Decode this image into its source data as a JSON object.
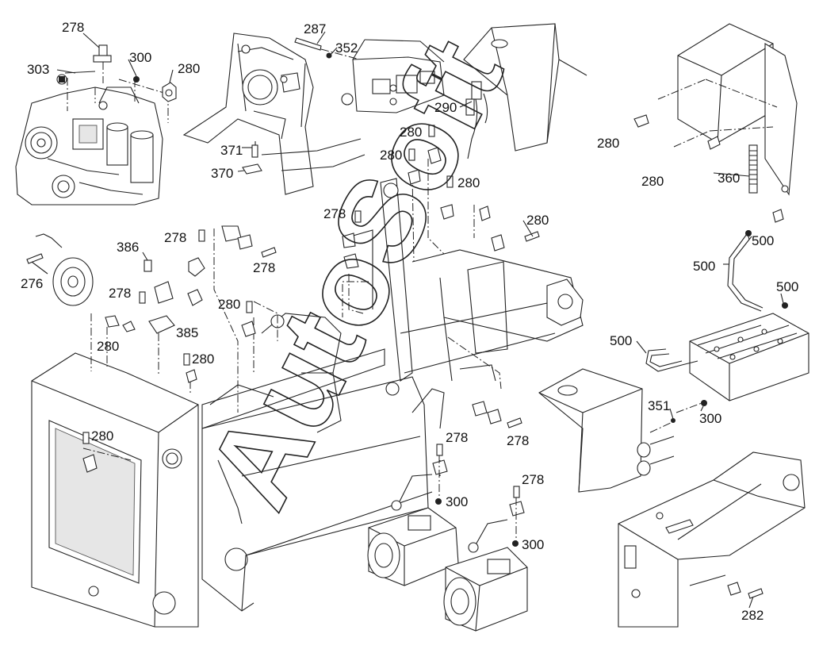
{
  "watermark": "AutoSoft",
  "callouts": [
    {
      "id": "c278-a",
      "text": "278"
    },
    {
      "id": "c303",
      "text": "303"
    },
    {
      "id": "c300-a",
      "text": "300"
    },
    {
      "id": "c280-a",
      "text": "280"
    },
    {
      "id": "c287",
      "text": "287"
    },
    {
      "id": "c352",
      "text": "352"
    },
    {
      "id": "c371",
      "text": "371"
    },
    {
      "id": "c370",
      "text": "370"
    },
    {
      "id": "c290",
      "text": "290"
    },
    {
      "id": "c280-b",
      "text": "280"
    },
    {
      "id": "c280-c",
      "text": "280"
    },
    {
      "id": "c280-d",
      "text": "280"
    },
    {
      "id": "c280-e",
      "text": "280"
    },
    {
      "id": "c360",
      "text": "360"
    },
    {
      "id": "c280-f",
      "text": "280"
    },
    {
      "id": "c278-b",
      "text": "278"
    },
    {
      "id": "c280-g",
      "text": "280"
    },
    {
      "id": "c276",
      "text": "276"
    },
    {
      "id": "c386",
      "text": "386"
    },
    {
      "id": "c278-c",
      "text": "278"
    },
    {
      "id": "c278-d",
      "text": "278"
    },
    {
      "id": "c500-a",
      "text": "500"
    },
    {
      "id": "c500-b",
      "text": "500"
    },
    {
      "id": "c500-c",
      "text": "500"
    },
    {
      "id": "c278-e",
      "text": "278"
    },
    {
      "id": "c280-h",
      "text": "280"
    },
    {
      "id": "c385",
      "text": "385"
    },
    {
      "id": "c280-i",
      "text": "280"
    },
    {
      "id": "c500-d",
      "text": "500"
    },
    {
      "id": "c280-j",
      "text": "280"
    },
    {
      "id": "c280-k",
      "text": "280"
    },
    {
      "id": "c278-f",
      "text": "278"
    },
    {
      "id": "c351",
      "text": "351"
    },
    {
      "id": "c300-b",
      "text": "300"
    },
    {
      "id": "c278-g",
      "text": "278"
    },
    {
      "id": "c300-c",
      "text": "300"
    },
    {
      "id": "c278-h",
      "text": "278"
    },
    {
      "id": "c300-d",
      "text": "300"
    },
    {
      "id": "c282",
      "text": "282"
    }
  ]
}
